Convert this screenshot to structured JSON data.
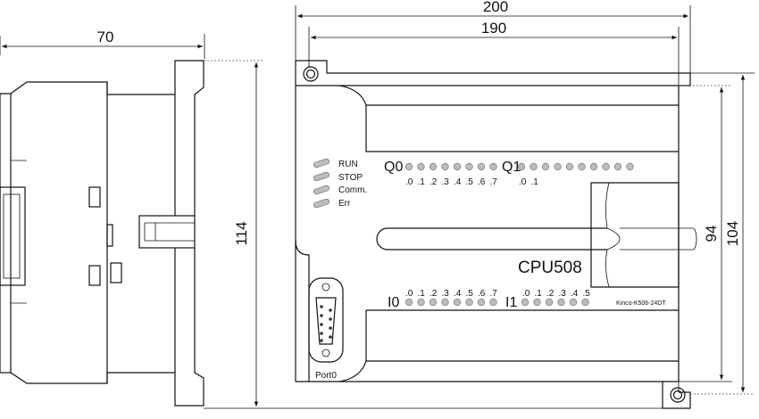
{
  "dimensions": {
    "side_depth": "70",
    "height_total": "114",
    "width_total": "200",
    "width_mount": "190",
    "height_mount": "94",
    "height_front": "104"
  },
  "labels": {
    "model": "CPU508",
    "product_code": "Kinco-K506-24DT",
    "port": "Port0",
    "output_group_0": "Q0",
    "output_group_1": "Q1",
    "input_group_0": "I0",
    "input_group_1": "I1"
  },
  "status_leds": [
    "RUN",
    "STOP",
    "Comm.",
    "Err"
  ],
  "q0_channels": [
    ".0",
    ".1",
    ".2",
    ".3",
    ".4",
    ".5",
    ".6",
    ".7"
  ],
  "q1_channels": [
    ".0",
    ".1"
  ],
  "i0_channels": [
    ".0",
    ".1",
    ".2",
    ".3",
    ".4",
    ".5",
    ".6",
    ".7"
  ],
  "i1_channels": [
    ".0",
    ".1",
    ".2",
    ".3",
    ".4",
    ".5"
  ]
}
